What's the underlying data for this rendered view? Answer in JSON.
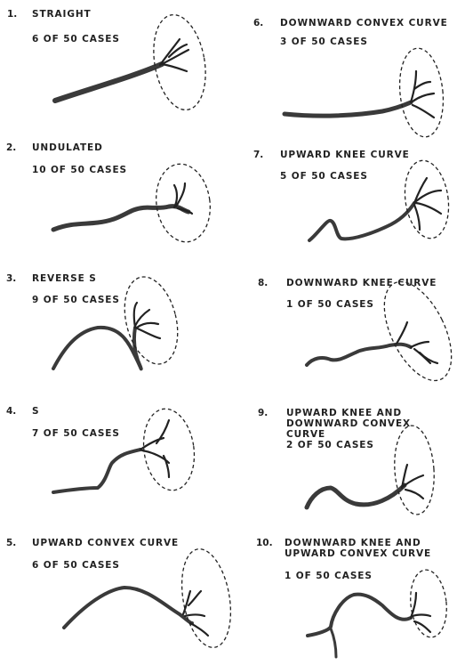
{
  "panels": [
    {
      "number": "1.",
      "title": "STRAIGHT",
      "cases": "6 OF 50 CASES"
    },
    {
      "number": "2.",
      "title": "UNDULATED",
      "cases": "10 OF 50 CASES"
    },
    {
      "number": "3.",
      "title": "REVERSE S",
      "cases": "9 OF 50 CASES"
    },
    {
      "number": "4.",
      "title": "S",
      "cases": "7 OF 50 CASES"
    },
    {
      "number": "5.",
      "title": "UPWARD CONVEX CURVE",
      "cases": "6 OF 50 CASES"
    },
    {
      "number": "6.",
      "title": "DOWNWARD CONVEX CURVE",
      "cases": "3 OF 50 CASES"
    },
    {
      "number": "7.",
      "title": "UPWARD KNEE CURVE",
      "cases": "5 OF 50 CASES"
    },
    {
      "number": "8.",
      "title": "DOWNWARD KNEE CURVE",
      "cases": "1 OF 50 CASES"
    },
    {
      "number": "9.",
      "title": "UPWARD KNEE AND DOWNWARD CONVEX CURVE",
      "cases": "2 OF 50 CASES"
    },
    {
      "number": "10.",
      "title": "DOWNWARD KNEE AND UPWARD CONVEX CURVE",
      "cases": "1 OF 50 CASES"
    }
  ]
}
